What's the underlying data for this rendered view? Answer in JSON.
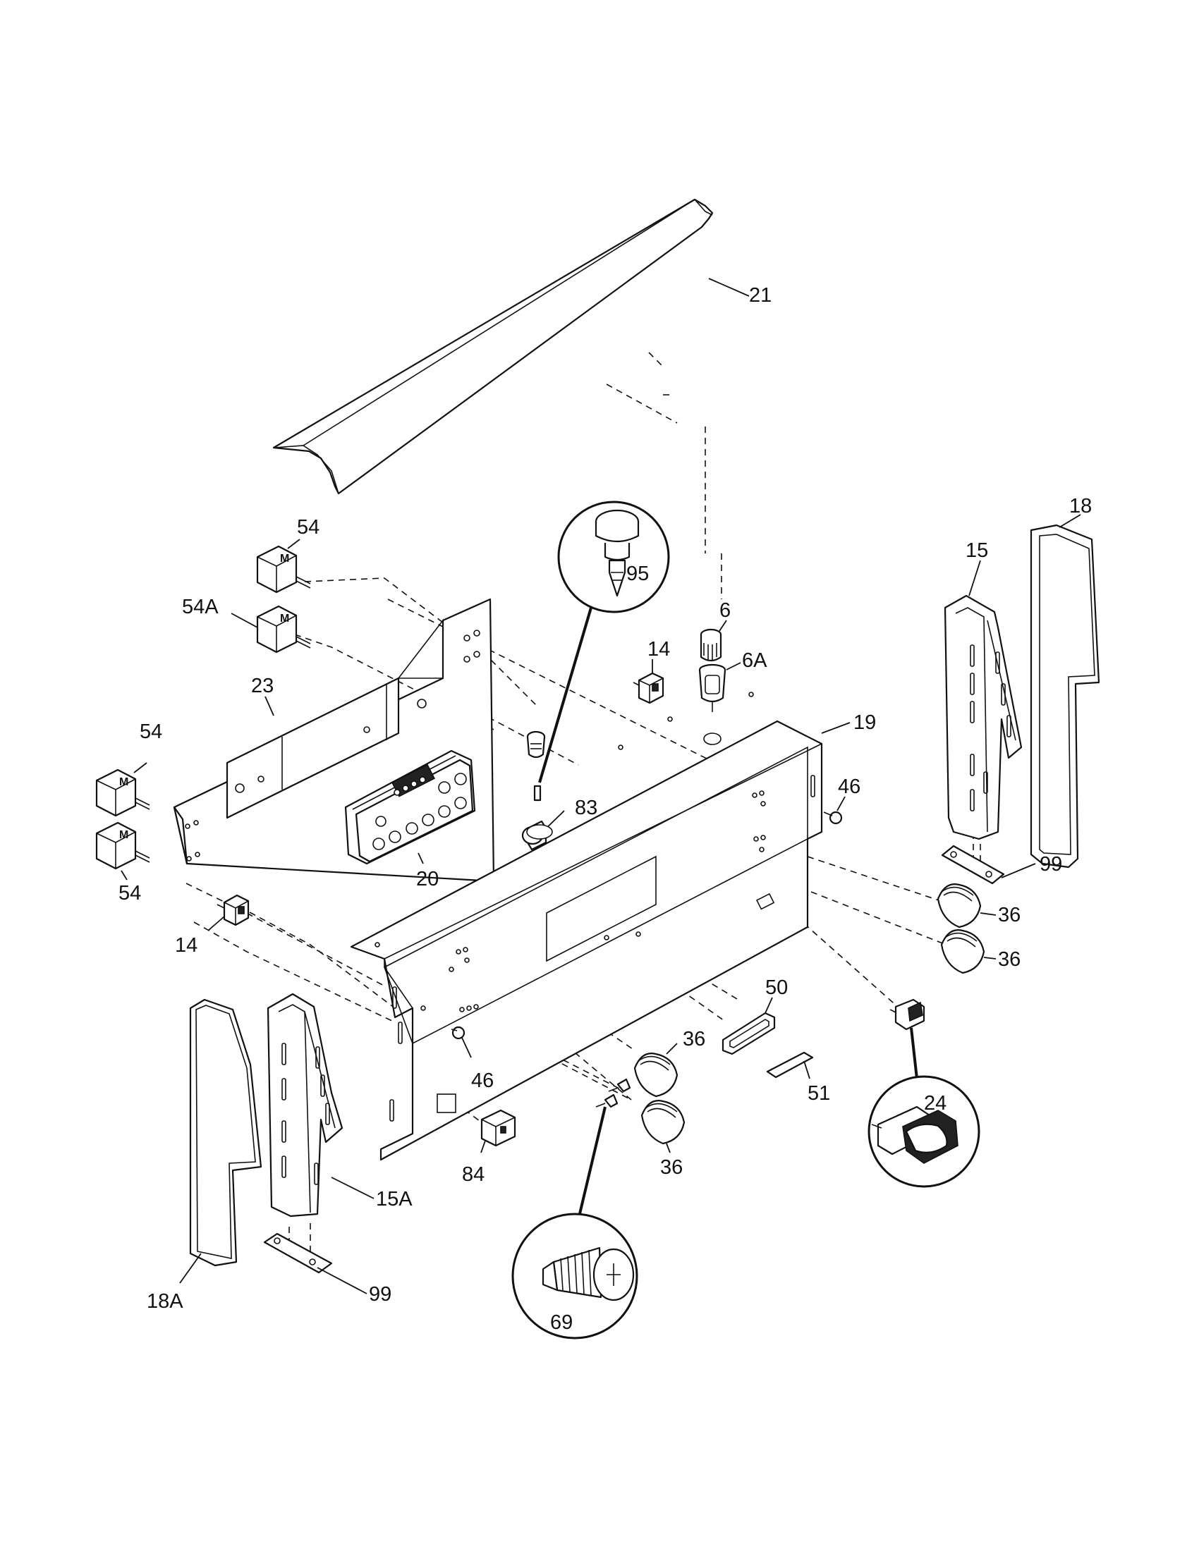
{
  "labels": {
    "p21": "21",
    "p18": "18",
    "p15": "15",
    "p54_top": "54",
    "p54A": "54A",
    "p95": "95",
    "p6": "6",
    "p6A": "6A",
    "p14_top": "14",
    "p19": "19",
    "p23": "23",
    "p54_left": "54",
    "p83": "83",
    "p46_right": "46",
    "p99_right": "99",
    "p54_bottom": "54",
    "p20": "20",
    "p36_a": "36",
    "p36_b": "36",
    "p14_left": "14",
    "p50": "50",
    "p36_c": "36",
    "p46_left": "46",
    "p51": "51",
    "p24": "24",
    "p84": "84",
    "p36_d": "36",
    "p15A": "15A",
    "p69": "69",
    "p99_left": "99",
    "p18A": "18A"
  },
  "knob_marking": "M"
}
